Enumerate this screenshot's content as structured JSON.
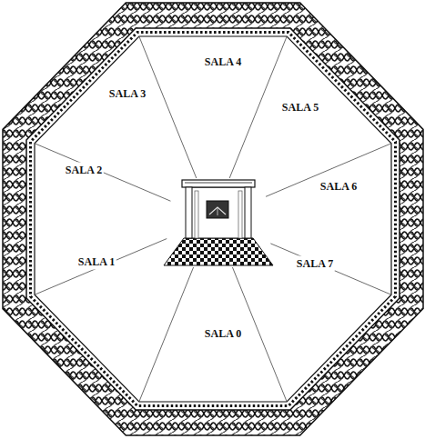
{
  "diagram": {
    "labels": [
      "SALA 4",
      "SALA 3",
      "SALA 5",
      "SALA 2",
      "SALA 6",
      "SALA 1",
      "SALA 7",
      "SALA 0"
    ]
  }
}
